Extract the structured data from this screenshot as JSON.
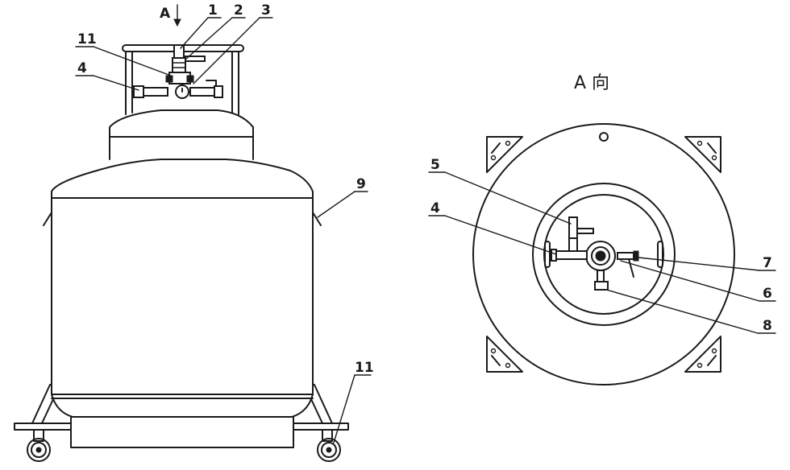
{
  "side_view": {
    "arrow_label": "A",
    "callouts": [
      "1",
      "2",
      "3",
      "11",
      "4",
      "9",
      "11"
    ]
  },
  "top_view": {
    "title": "A 向",
    "callouts": [
      "5",
      "4",
      "7",
      "6",
      "8"
    ]
  }
}
